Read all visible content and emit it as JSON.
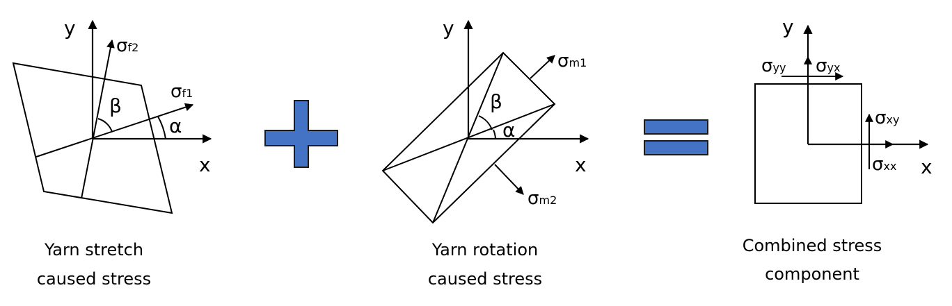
{
  "colors": {
    "operator_fill": "#4472C4",
    "operator_stroke": "#1a1a1a",
    "line": "#000000"
  },
  "panels": [
    {
      "axis_x": "x",
      "axis_y": "y",
      "stresses": [
        {
          "sym": "σ",
          "sub": "f2"
        },
        {
          "sym": "σ",
          "sub": "f1"
        }
      ],
      "angles": [
        "β",
        "α"
      ],
      "caption": [
        "Yarn stretch",
        "caused stress"
      ]
    },
    {
      "axis_x": "x",
      "axis_y": "y",
      "stresses": [
        {
          "sym": "σ",
          "sub": "m1"
        },
        {
          "sym": "σ",
          "sub": "m2"
        }
      ],
      "angles": [
        "β",
        "α"
      ],
      "caption": [
        "Yarn rotation",
        "caused stress"
      ]
    },
    {
      "axis_x": "x",
      "axis_y": "y",
      "stresses": [
        {
          "sym": "σ",
          "sub": "yy"
        },
        {
          "sym": "σ",
          "sub": "yx"
        },
        {
          "sym": "σ",
          "sub": "xy"
        },
        {
          "sym": "σ",
          "sub": "xx"
        }
      ],
      "caption": [
        "Combined stress",
        "component"
      ]
    }
  ],
  "operators": [
    "plus",
    "equals"
  ]
}
